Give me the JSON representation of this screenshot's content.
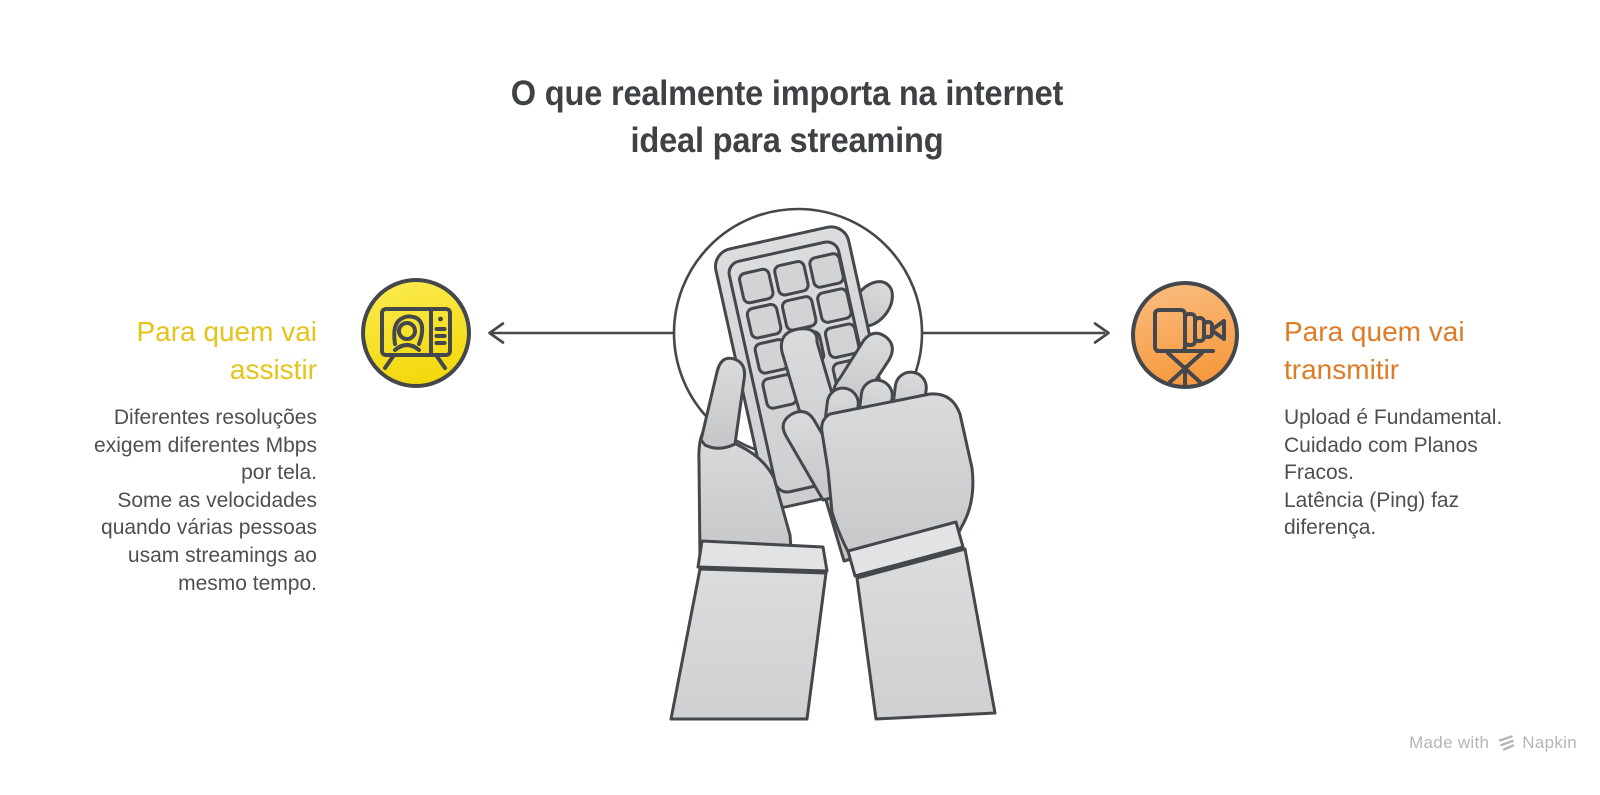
{
  "title": {
    "lines": [
      "O que realmente importa na internet",
      "ideal para streaming"
    ]
  },
  "left_section": {
    "icon": "tv-viewer-icon",
    "accent_color": "#E5C318",
    "heading_lines": [
      "Para quem vai",
      "assistir"
    ],
    "body_lines": [
      "Diferentes resoluções",
      "exigem diferentes Mbps",
      "por tela.",
      "Some as velocidades",
      "quando várias pessoas",
      "usam streamings ao",
      "mesmo tempo."
    ]
  },
  "right_section": {
    "icon": "video-camera-tripod-icon",
    "accent_color": "#DE7B26",
    "heading_lines": [
      "Para quem vai",
      "transmitir"
    ],
    "body_lines": [
      "Upload é Fundamental.",
      "Cuidado com Planos",
      "Fracos.",
      "Latência (Ping) faz",
      "diferença."
    ]
  },
  "center_illustration": {
    "name": "hands-holding-smartphone"
  },
  "watermark": {
    "prefix": "Made with",
    "brand": "Napkin"
  },
  "colors": {
    "title_text": "#3F4245",
    "body_text": "#4D4F52",
    "outline": "#44474B",
    "yellow_top": "#FBEC52",
    "yellow_bottom": "#F3D90E",
    "orange_top": "#FBBE82",
    "orange_bottom": "#F59A40",
    "watermark_text": "#B5B5B7"
  }
}
